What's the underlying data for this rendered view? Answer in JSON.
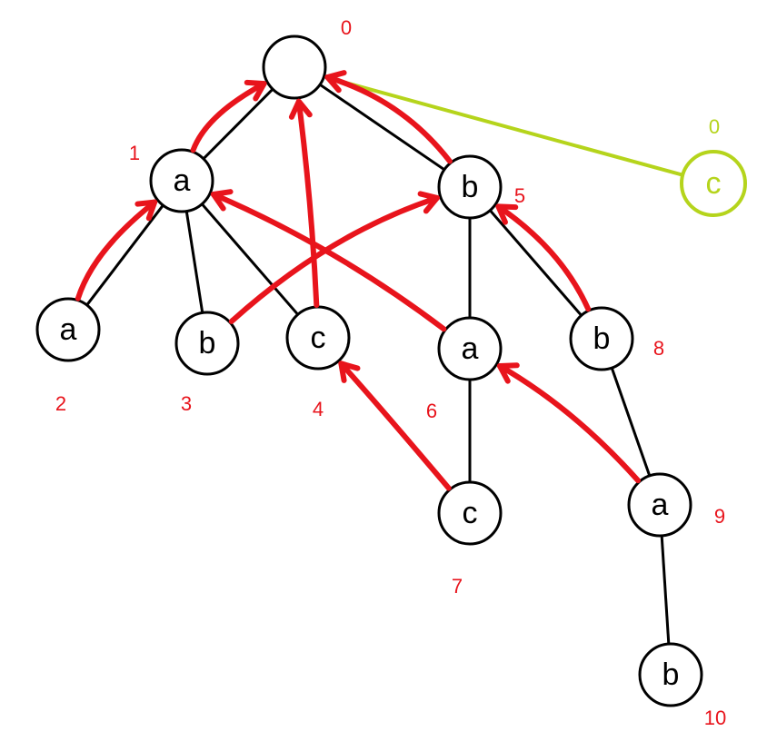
{
  "colors": {
    "edge": "#000000",
    "arrow": "#e8141c",
    "index": "#e8141c",
    "highlight": "#b5d41c"
  },
  "nodes": [
    {
      "id": 0,
      "char": "",
      "index_label": "0"
    },
    {
      "id": 1,
      "char": "a",
      "index_label": "1"
    },
    {
      "id": 2,
      "char": "a",
      "index_label": "2"
    },
    {
      "id": 3,
      "char": "b",
      "index_label": "3"
    },
    {
      "id": 4,
      "char": "c",
      "index_label": "4"
    },
    {
      "id": 5,
      "char": "b",
      "index_label": "5"
    },
    {
      "id": 6,
      "char": "a",
      "index_label": "6"
    },
    {
      "id": 7,
      "char": "c",
      "index_label": "7"
    },
    {
      "id": 8,
      "char": "b",
      "index_label": "8"
    },
    {
      "id": 9,
      "char": "a",
      "index_label": "9"
    },
    {
      "id": 10,
      "char": "b",
      "index_label": "10"
    }
  ],
  "tree_edges": [
    [
      0,
      1
    ],
    [
      0,
      5
    ],
    [
      1,
      2
    ],
    [
      1,
      3
    ],
    [
      1,
      4
    ],
    [
      5,
      6
    ],
    [
      5,
      8
    ],
    [
      6,
      7
    ],
    [
      8,
      9
    ],
    [
      9,
      10
    ]
  ],
  "fail_links": [
    [
      1,
      0
    ],
    [
      2,
      1
    ],
    [
      3,
      5
    ],
    [
      4,
      0
    ],
    [
      5,
      0
    ],
    [
      6,
      1
    ],
    [
      7,
      4
    ],
    [
      8,
      5
    ],
    [
      9,
      6
    ]
  ],
  "extra_node": {
    "char": "c",
    "index_label": "0"
  },
  "extra_link": [
    0,
    "extra"
  ]
}
